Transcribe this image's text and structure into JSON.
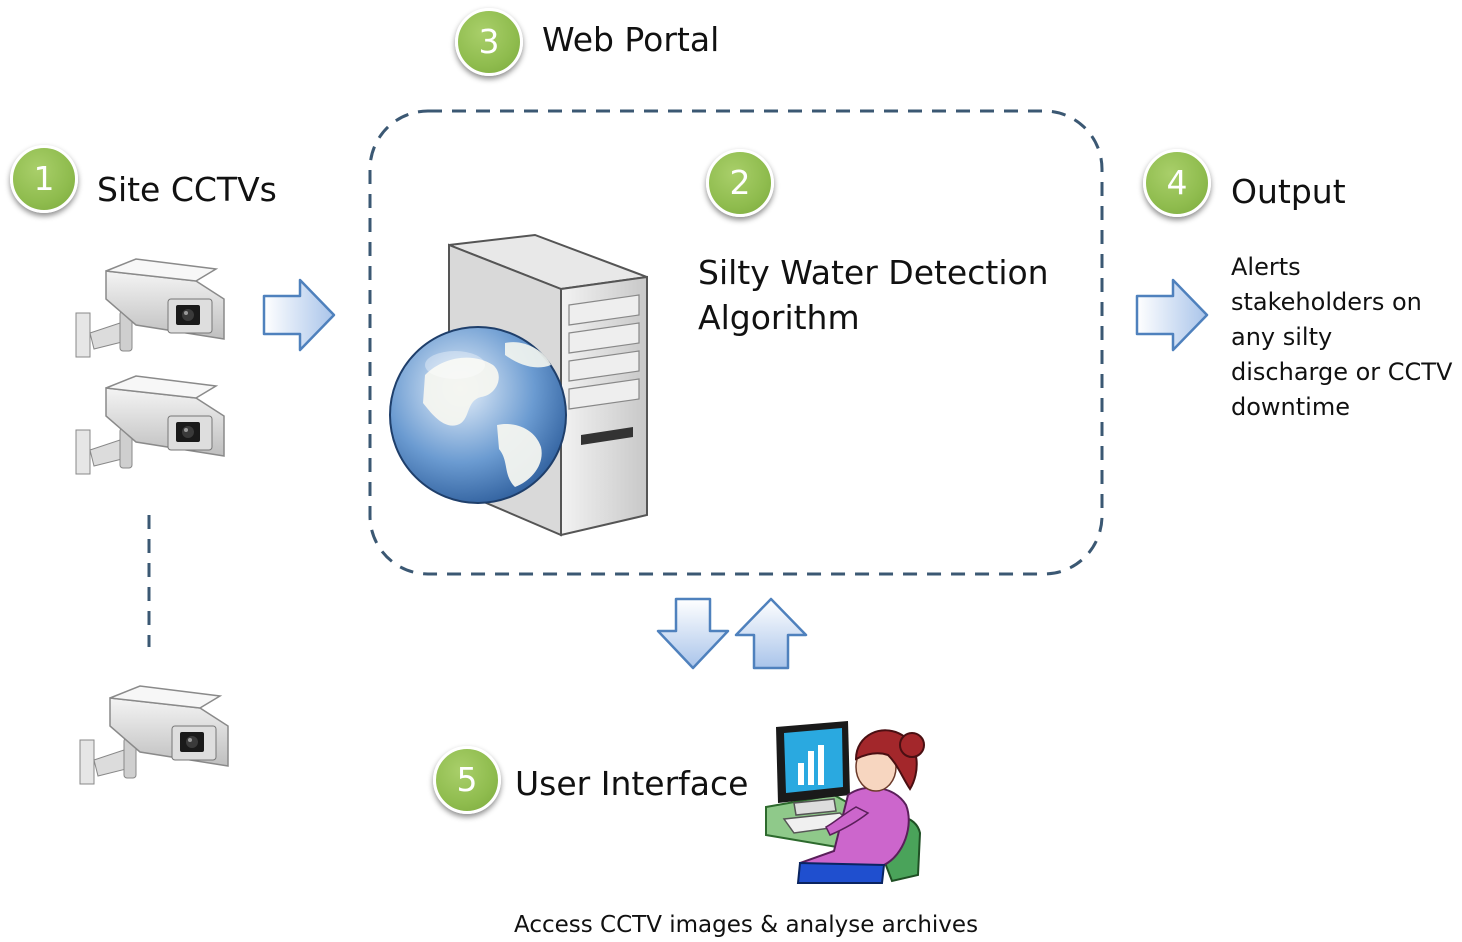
{
  "steps": [
    {
      "number": "1",
      "title": "Site CCTVs"
    },
    {
      "number": "2",
      "title_line1": "Silty Water  Detection",
      "title_line2": "Algorithm"
    },
    {
      "number": "3",
      "title": "Web Portal"
    },
    {
      "number": "4",
      "title": "Output",
      "description_lines": [
        "Alerts",
        "stakeholders on",
        "any silty",
        "discharge or CCTV",
        "downtime"
      ]
    },
    {
      "number": "5",
      "title": "User Interface"
    }
  ],
  "caption": "Access  CCTV  images & analyse archives",
  "colors": {
    "badge_green": "#8fbc4e",
    "arrow_fill": "#c6d9f1",
    "arrow_stroke": "#4f81bd",
    "portal_border": "#3b5873"
  },
  "icons": [
    "cctv-camera-icon",
    "server-globe-icon",
    "user-at-computer-icon",
    "arrow-right-icon",
    "arrow-down-icon",
    "arrow-up-icon"
  ]
}
